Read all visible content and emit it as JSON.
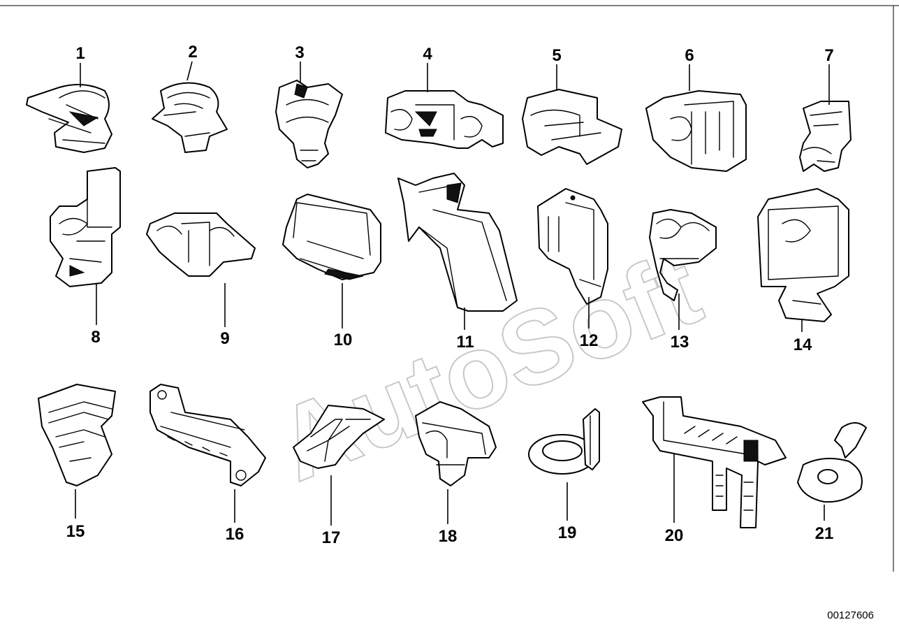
{
  "diagram": {
    "code": "00127606",
    "watermark": "AutoSoft",
    "parts": [
      {
        "label": "1"
      },
      {
        "label": "2"
      },
      {
        "label": "3"
      },
      {
        "label": "4"
      },
      {
        "label": "5"
      },
      {
        "label": "6"
      },
      {
        "label": "7"
      },
      {
        "label": "8"
      },
      {
        "label": "9"
      },
      {
        "label": "10"
      },
      {
        "label": "11"
      },
      {
        "label": "12"
      },
      {
        "label": "13"
      },
      {
        "label": "14"
      },
      {
        "label": "15"
      },
      {
        "label": "16"
      },
      {
        "label": "17"
      },
      {
        "label": "18"
      },
      {
        "label": "19"
      },
      {
        "label": "20"
      },
      {
        "label": "21"
      }
    ]
  }
}
